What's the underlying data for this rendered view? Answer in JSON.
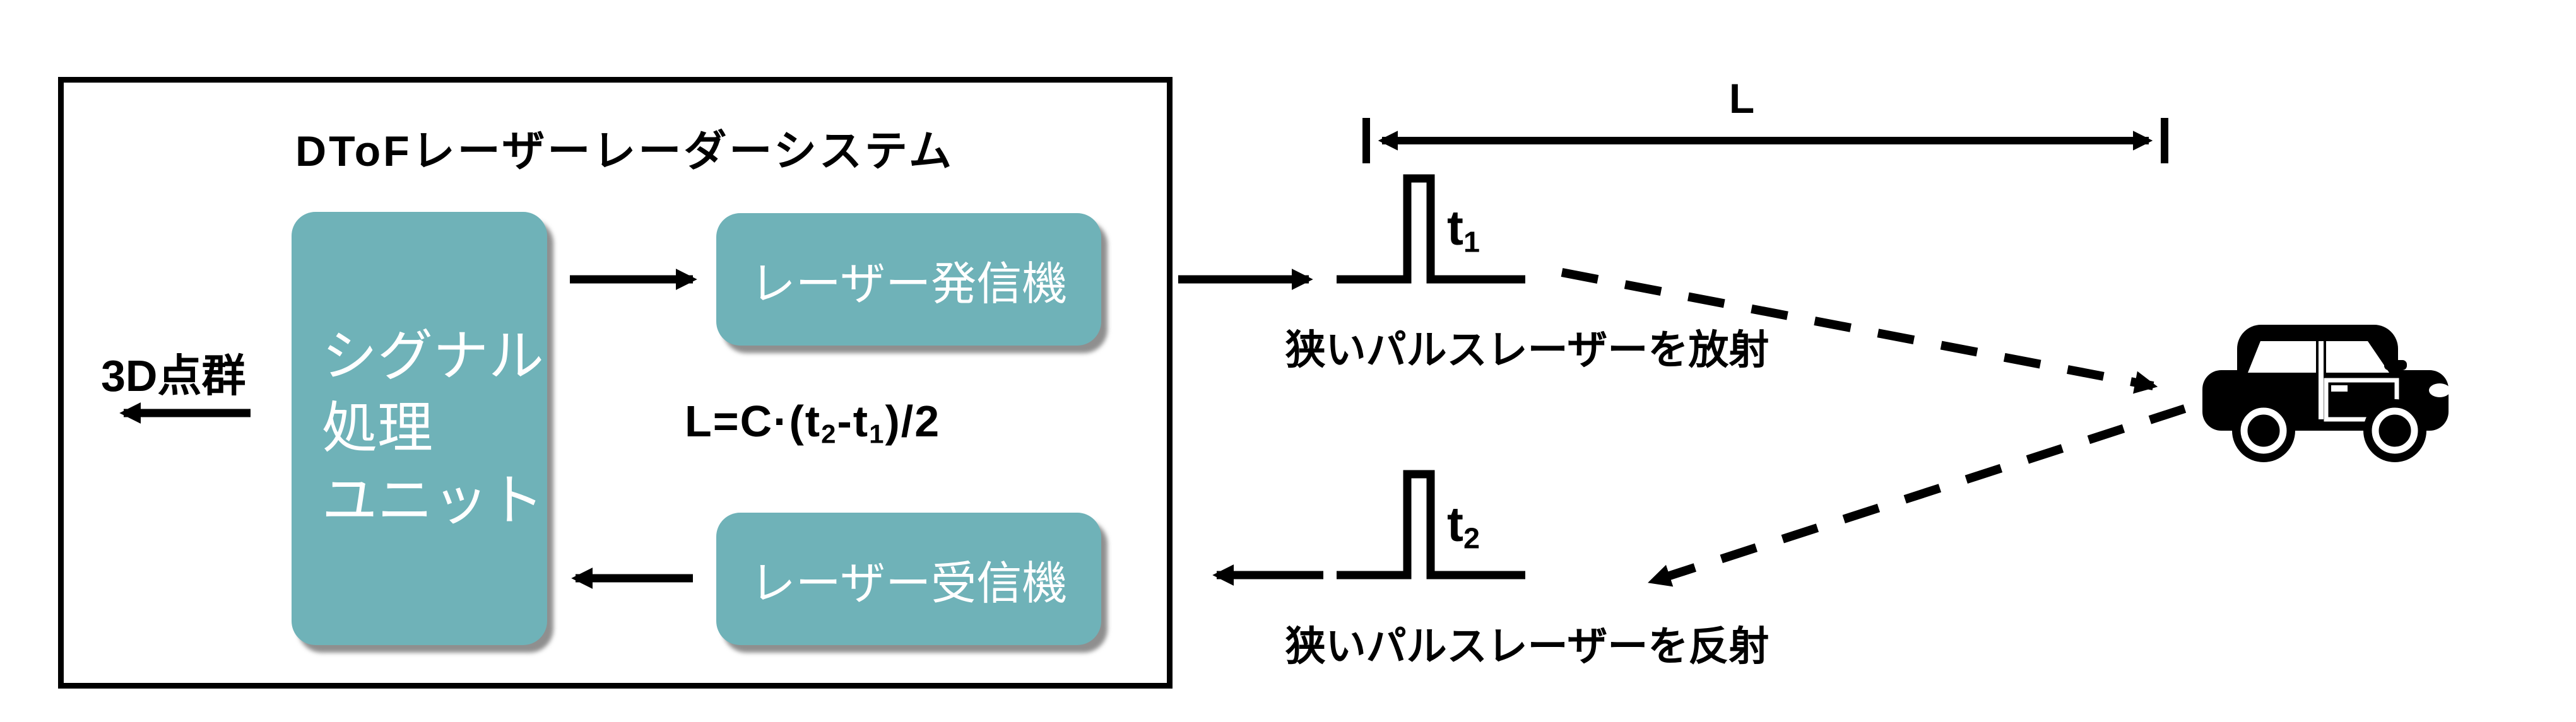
{
  "diagram": {
    "system_box_title": "DToFレーザーレーダーシステム",
    "signal_unit": {
      "line1": "シグナル",
      "line2": "処理",
      "line3": "ユニット"
    },
    "transmitter_label": "レーザー発信機",
    "receiver_label": "レーザー受信機",
    "output_label": "3D点群",
    "formula": {
      "p0": "L=C·(t",
      "sub_a": "2",
      "p1": "-t",
      "sub_b": "1",
      "p2": ")/2"
    },
    "distance_label": "L",
    "t1": {
      "base": "t",
      "sub": "1"
    },
    "t2": {
      "base": "t",
      "sub": "2"
    },
    "emit_caption": "狭いパルスレーザーを放射",
    "reflect_caption": "狭いパルスレーザーを反射",
    "target_icon": "car-icon"
  },
  "colors": {
    "module_fill": "#6FB2B8",
    "module_text": "#FFFFFF",
    "line": "#000000",
    "background": "#FFFFFF"
  }
}
